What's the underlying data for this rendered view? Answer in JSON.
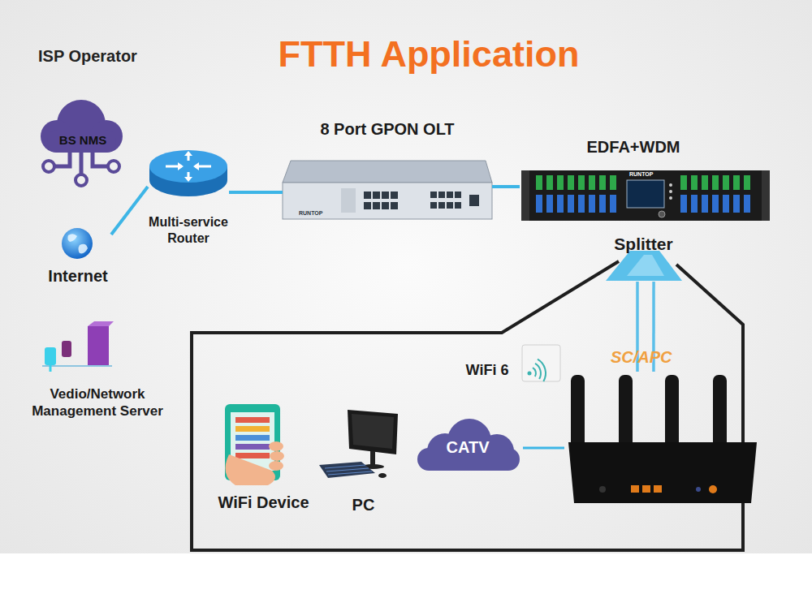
{
  "diagram": {
    "title": "FTTH Application",
    "nodes": [
      {
        "text": [
          "BS NMS"
        ]
      },
      {
        "text": [
          "Multi-service Router"
        ]
      },
      {
        "text": [
          "8 Port GPON OLT"
        ]
      },
      {
        "text": [
          "EDFA+WDM"
        ]
      },
      {
        "text": [
          "Splitter"
        ]
      },
      {
        "text": [
          "Internet"
        ]
      },
      {
        "text": [
          "Vedio/Network Management Server"
        ]
      },
      {
        "text": [
          "WiFi 6"
        ]
      },
      {
        "text": [
          "WiFi Device"
        ]
      },
      {
        "text": [
          "PC"
        ]
      },
      {
        "text": [
          "CATV"
        ]
      }
    ],
    "edges": [
      {
        "from": 5,
        "to": 1,
        "arrow": "none"
      },
      {
        "from": 1,
        "to": 2,
        "arrow": "none"
      },
      {
        "from": 2,
        "to": 3,
        "arrow": "none"
      },
      {
        "from": 4,
        "to": 7,
        "arrow": "none",
        "label": "SC/APC"
      },
      {
        "from": 4,
        "to": 7,
        "arrow": "none"
      },
      {
        "from": 10,
        "to": 7,
        "arrow": "none"
      }
    ],
    "labels": [
      "ISP Operator",
      "RUNTOP",
      "RUNTOP"
    ]
  }
}
